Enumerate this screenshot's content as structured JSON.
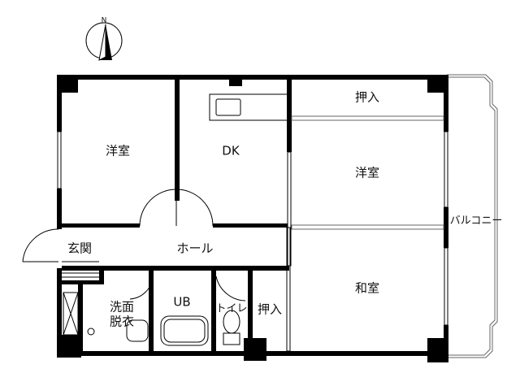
{
  "compass": {
    "label": "N"
  },
  "rooms": {
    "western_room_left": "洋室",
    "dining_kitchen": "DK",
    "closet_top": "押入",
    "western_room_right": "洋室",
    "balcony": "バルコニー",
    "entrance": "玄関",
    "hall": "ホール",
    "japanese_room": "和室",
    "washroom_line1": "洗面",
    "washroom_line2": "脱衣",
    "unit_bath": "UB",
    "toilet": "トイレ",
    "closet_bottom": "押入"
  }
}
